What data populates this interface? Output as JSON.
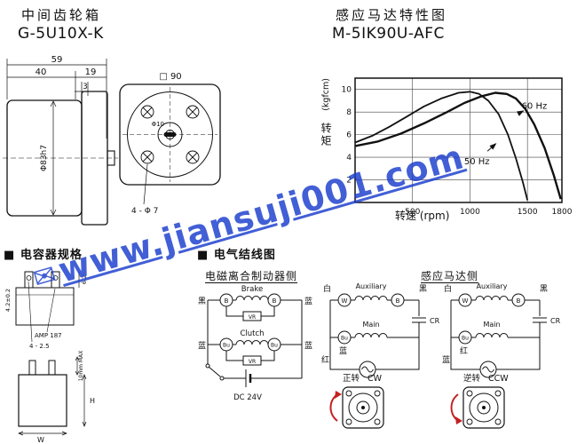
{
  "watermark": {
    "icon": "✉",
    "text": "www.jiansuji001.com"
  },
  "gearbox": {
    "title": "中间齿轮箱",
    "model": "G-5U10X-K",
    "dim_total_width": "59",
    "dim_body_width": "40",
    "dim_flange_width": "19",
    "dim_shaft_step": "3",
    "dim_flange_square": "□ 90",
    "dim_spigot_dia": "Φ83h7",
    "dim_shaft_dia": "Φ10",
    "dim_mount_holes": "4 - Φ 7"
  },
  "motor_chart": {
    "title": "感应马达特性图",
    "model": "M-5IK90U-AFC",
    "y_axis_name": "转矩",
    "y_axis_unit": "(kgfcm)",
    "x_axis_label": "转速 (rpm)"
  },
  "chart_data": {
    "type": "line",
    "title": "感应马达特性图 M-5IK90U-AFC",
    "xlabel": "转速 (rpm)",
    "ylabel": "转矩 (kgfcm)",
    "xlim": [
      0,
      1800
    ],
    "ylim": [
      0,
      11
    ],
    "xticks": [
      500,
      1000,
      1500,
      1800
    ],
    "yticks": [
      2,
      4,
      6,
      8,
      10
    ],
    "grid": true,
    "series": [
      {
        "name": "50 Hz",
        "x": [
          0,
          150,
          300,
          450,
          600,
          750,
          900,
          1000,
          1080,
          1160,
          1250,
          1330,
          1400,
          1460,
          1500
        ],
        "y": [
          5.3,
          5.9,
          6.7,
          7.6,
          8.5,
          9.2,
          9.7,
          9.8,
          9.6,
          9.0,
          7.8,
          6.0,
          3.9,
          1.8,
          0.2
        ]
      },
      {
        "name": "60 Hz",
        "x": [
          0,
          200,
          400,
          600,
          800,
          950,
          1100,
          1220,
          1320,
          1400,
          1480,
          1560,
          1650,
          1730,
          1790
        ],
        "y": [
          5.0,
          5.4,
          6.1,
          7.0,
          8.0,
          8.8,
          9.4,
          9.7,
          9.6,
          9.2,
          8.3,
          6.9,
          4.8,
          2.4,
          0.3
        ]
      }
    ],
    "annotations": [
      {
        "text": "50 Hz",
        "x": 1060,
        "y": 3.7,
        "tx": 1225,
        "ty": 5.2
      },
      {
        "text": "60 Hz",
        "x": 1560,
        "y": 8.6,
        "tx": 1465,
        "ty": 8.1
      }
    ]
  },
  "capacitor": {
    "header_bullet": "■",
    "header": "电容器规格",
    "dim_terminal_thickness": "4.2±0.2",
    "dim_terminal_height": "6.2",
    "terminal_type": "AMP 187",
    "dim_terminal_holes": "4 - 2.5",
    "dim_lead_max": "10mm MAX",
    "dim_width": "W",
    "dim_height": "H"
  },
  "wiring": {
    "header_bullet": "■",
    "header": "电气结线图",
    "clutch_brake": {
      "title": "电磁离合制动器侧",
      "top_left_wire": "黑",
      "top_right_wire": "蓝",
      "mid_left_wire": "蓝",
      "mid_right_wire": "蓝",
      "brake_coil": "Brake",
      "clutch_coil": "Clutch",
      "terminal_b": "B",
      "terminal_bu": "Bu",
      "varistor": "VR",
      "power": "DC 24V"
    },
    "motor_side": {
      "title": "感应马达侧",
      "white_wire": "白",
      "black_wire": "黑",
      "red_wire": "红",
      "blue_wire": "蓝",
      "aux_coil": "Auxiliary",
      "main_coil": "Main",
      "capacitor": "CR",
      "terminal_w": "W",
      "terminal_b": "B",
      "terminal_bu": "Bu",
      "cw": {
        "cn": "正转",
        "en": "CW"
      },
      "ccw": {
        "cn": "逆转",
        "en": "CCW"
      }
    }
  }
}
